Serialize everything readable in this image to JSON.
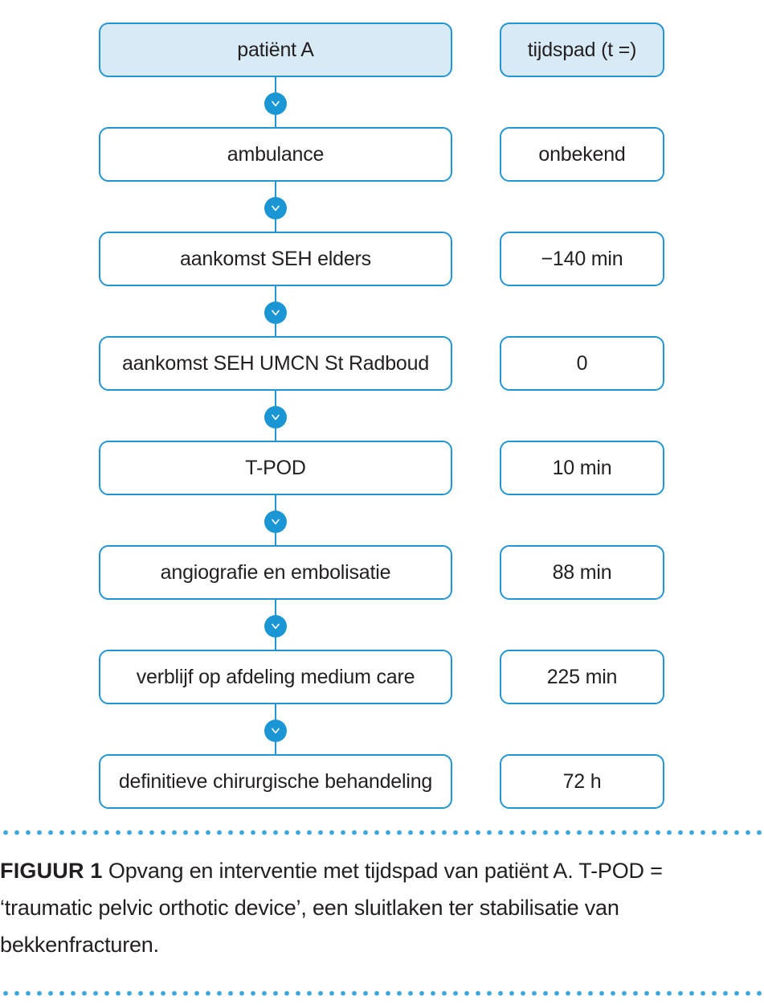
{
  "figure": {
    "columns": {
      "flow_header": "patiënt A",
      "time_header": "tijdspad (t =)"
    },
    "steps": [
      {
        "label": "patiënt A",
        "time": "tijdspad (t =)",
        "header": true
      },
      {
        "label": "ambulance",
        "time": "onbekend",
        "header": false
      },
      {
        "label": "aankomst SEH elders",
        "time": "−140 min",
        "header": false
      },
      {
        "label": "aankomst SEH UMCN St Radboud",
        "time": "0",
        "header": false
      },
      {
        "label": "T-POD",
        "time": "10 min",
        "header": false
      },
      {
        "label": "angiografie en embolisatie",
        "time": "88 min",
        "header": false
      },
      {
        "label": "verblijf op afdeling medium care",
        "time": "225 min",
        "header": false
      },
      {
        "label": "definitieve chirurgische behandeling",
        "time": "72 h",
        "header": false
      }
    ],
    "connector_icon": "chevron-down-icon"
  },
  "caption": {
    "figure_label": "FIGUUR 1",
    "text": "Opvang en interventie met tijdspad van patiënt A. T-POD = ‘traumatic pelvic orthotic device’, een sluitlaken ter stabilisatie van bekkenfracturen."
  },
  "colors": {
    "accent": "#2196d4",
    "node": "#1b96d5",
    "header_fill": "#d8eaf6",
    "divider_dot": "#3ba7dd",
    "text": "#231f20"
  }
}
